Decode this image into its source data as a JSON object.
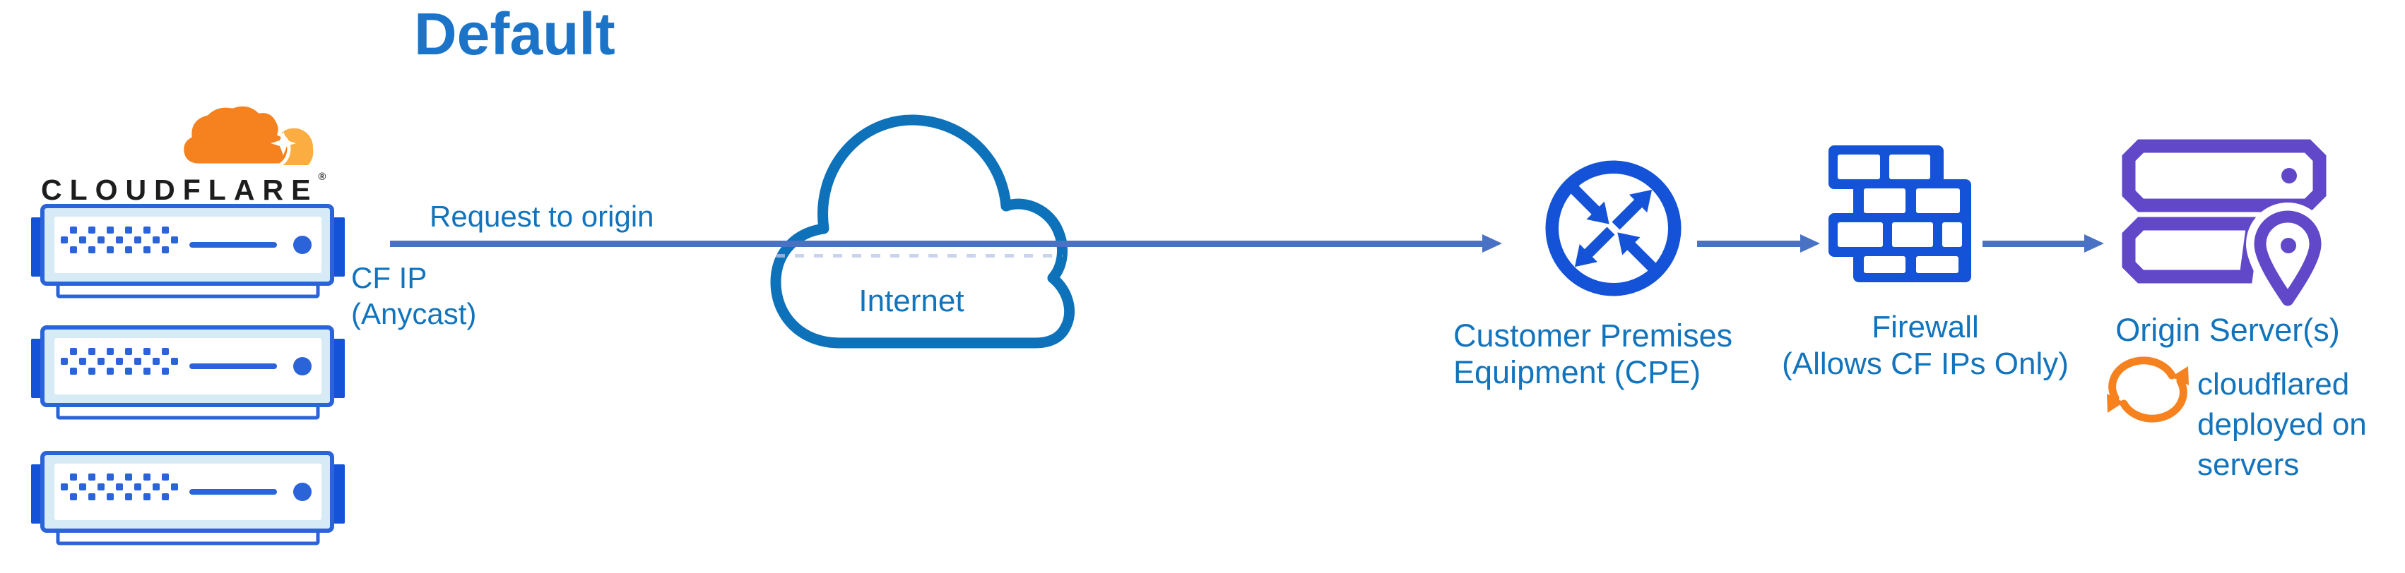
{
  "title": "Default",
  "cloudflare": {
    "wordmark": "CLOUDFLARE",
    "registered_mark": "®"
  },
  "request_arrow": {
    "label": "Request to origin",
    "sublabel_lines": [
      "CF IP",
      "(Anycast)"
    ]
  },
  "internet": {
    "label": "Internet"
  },
  "cpe": {
    "label_lines": [
      "Customer Premises",
      "Equipment (CPE)"
    ]
  },
  "firewall": {
    "label_lines": [
      "Firewall",
      "(Allows CF IPs Only)"
    ]
  },
  "origin": {
    "label": "Origin Server(s)",
    "note_lines": [
      "cloudflared",
      "deployed on",
      "servers"
    ]
  },
  "icons": {
    "cloudflare-cloud-icon": "orange cloudflare cloud logo",
    "server-rack-icon": "blue edge server rack",
    "internet-cloud-icon": "blue cloud outline",
    "cpe-router-icon": "circle with four routing arrows",
    "firewall-icon": "blue brick wall",
    "origin-servers-icon": "purple stacked servers with location pin",
    "cloudflared-sync-icon": "orange circular sync arrows"
  },
  "colors": {
    "title_blue": "#1B74C8",
    "label_blue": "#1274BC",
    "icon_blue": "#1453D8",
    "flow_line_blue": "#4A72C4",
    "internet_cloud_blue": "#0D72B9",
    "server_outline_blue": "#2B63D9",
    "server_fill": "#D6EBF5",
    "origin_purple": "#6148C8",
    "cloudflare_orange": "#F6821F",
    "cloudflare_orange_light": "#FBAD41",
    "wordmark_black": "#1D1D1D"
  }
}
